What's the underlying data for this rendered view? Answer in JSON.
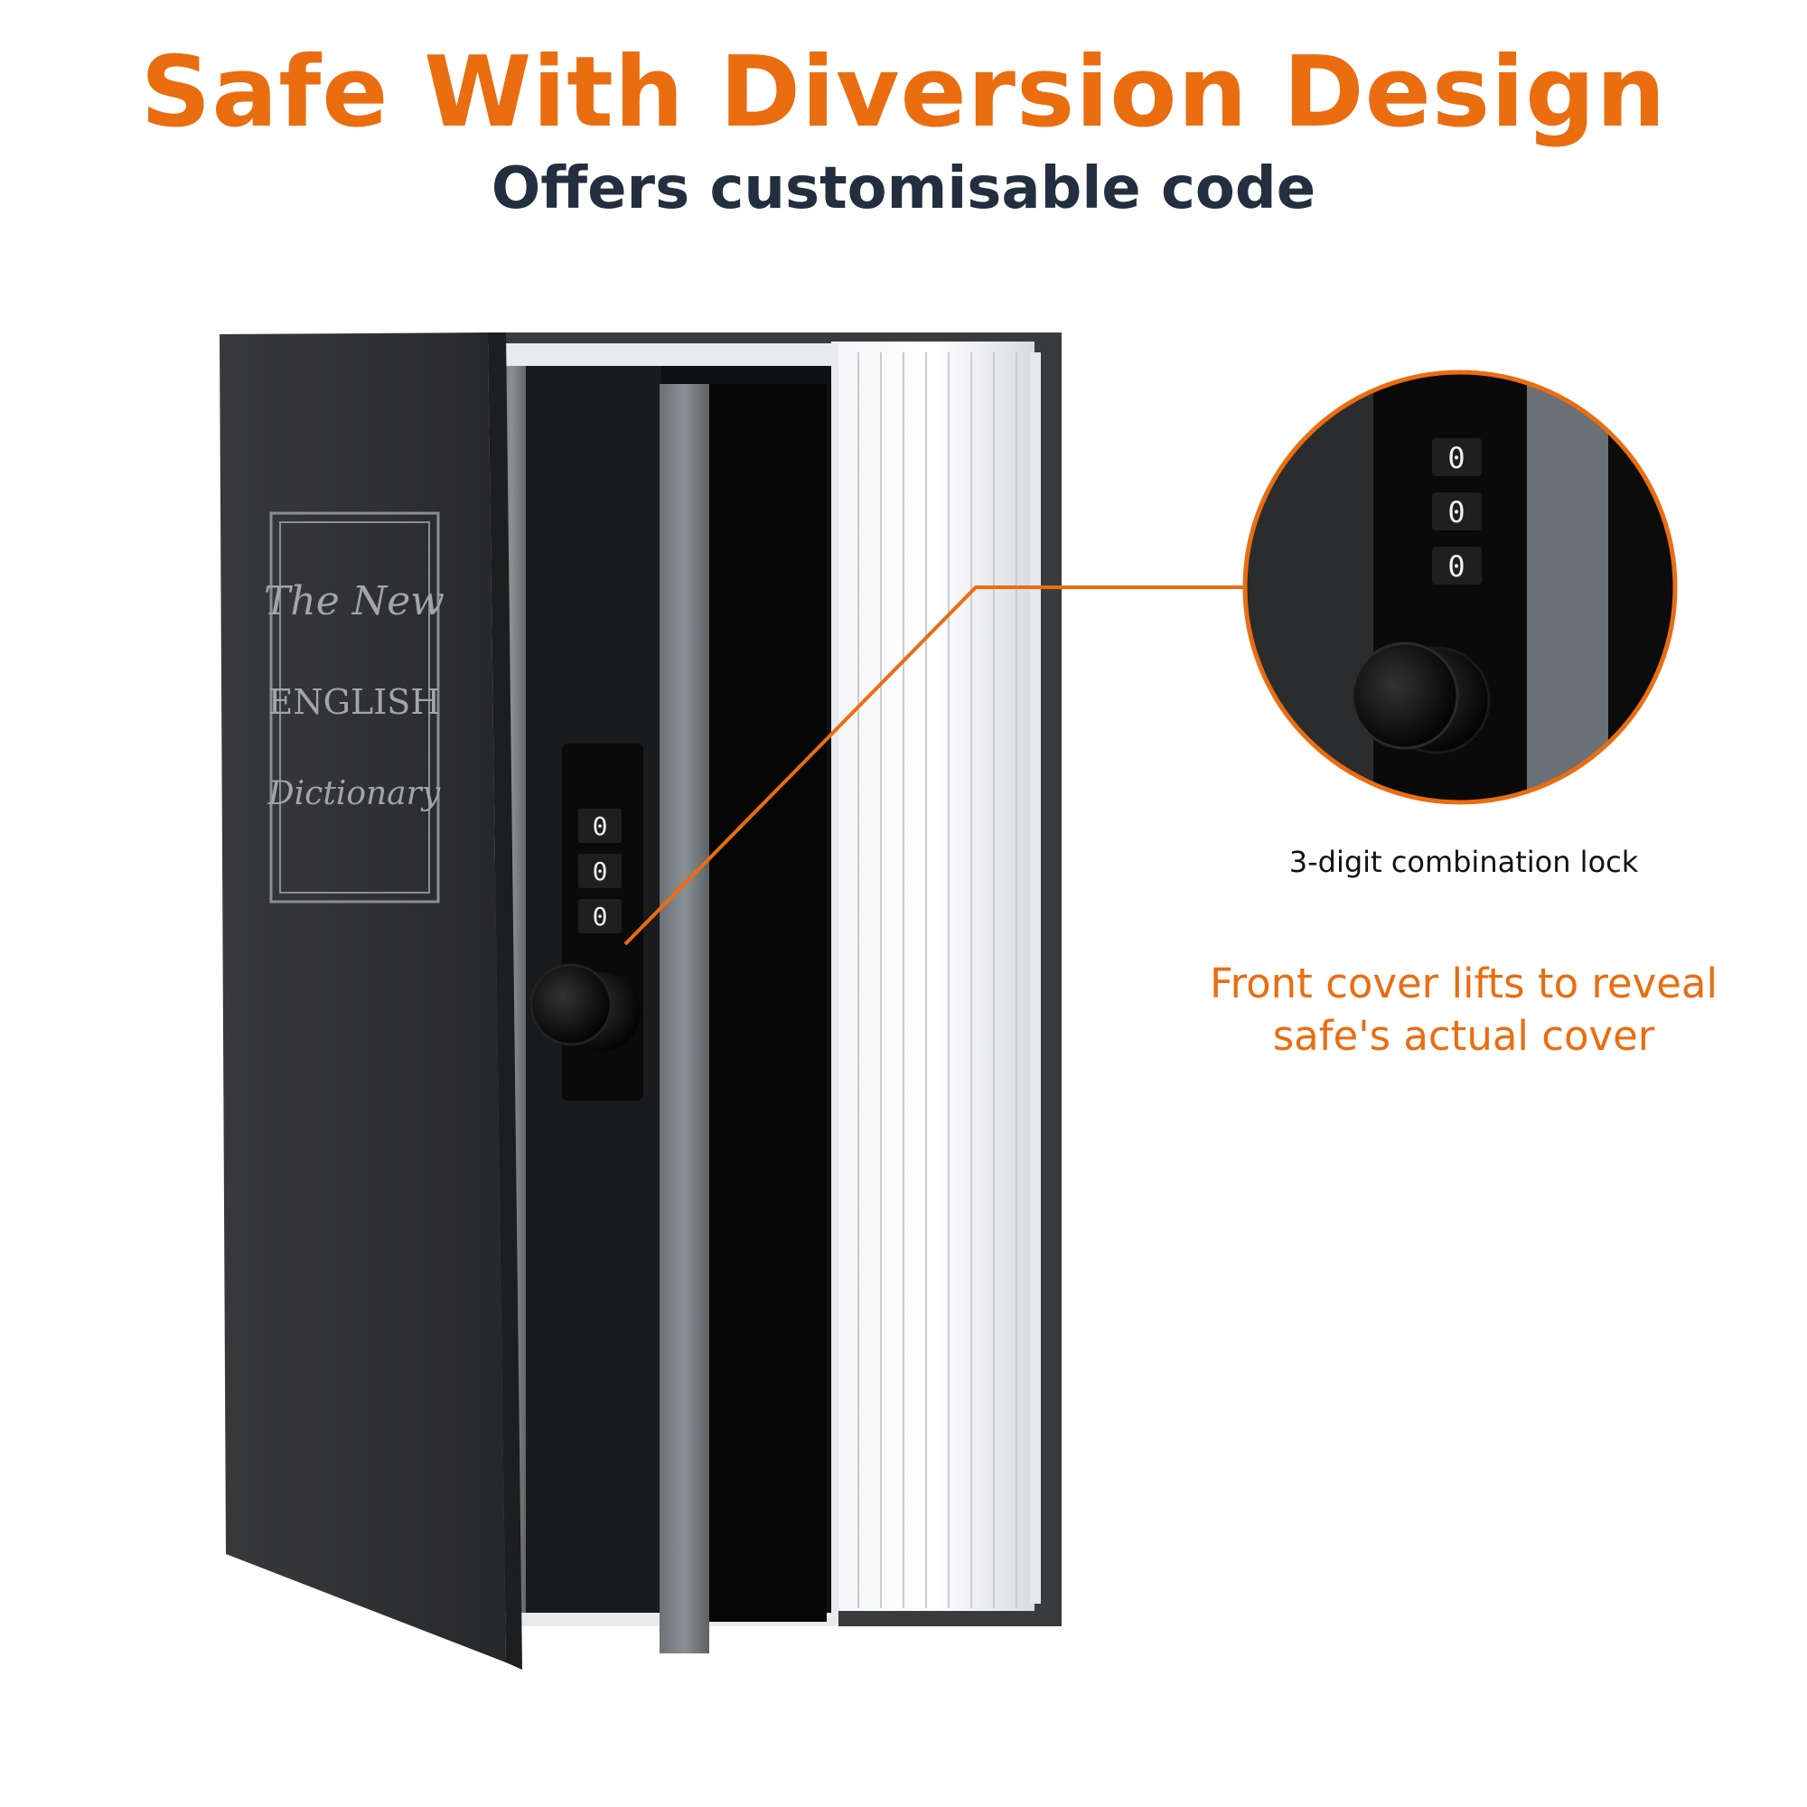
{
  "heading": {
    "title": "Safe With Diversion Design",
    "subtitle": "Offers customisable code"
  },
  "book_cover": {
    "line1": "The New",
    "line2": "ENGLISH",
    "line3": "Dictionary"
  },
  "lock": {
    "digits": [
      "0",
      "0",
      "0"
    ]
  },
  "callouts": {
    "lock_caption": "3-digit combination lock",
    "cover_caption_line1": "Front cover lifts to reveal",
    "cover_caption_line2": "safe's actual cover"
  },
  "colors": {
    "accent": "#ea6d10",
    "subtitle": "#232f3e",
    "cover": "#2f3032"
  }
}
